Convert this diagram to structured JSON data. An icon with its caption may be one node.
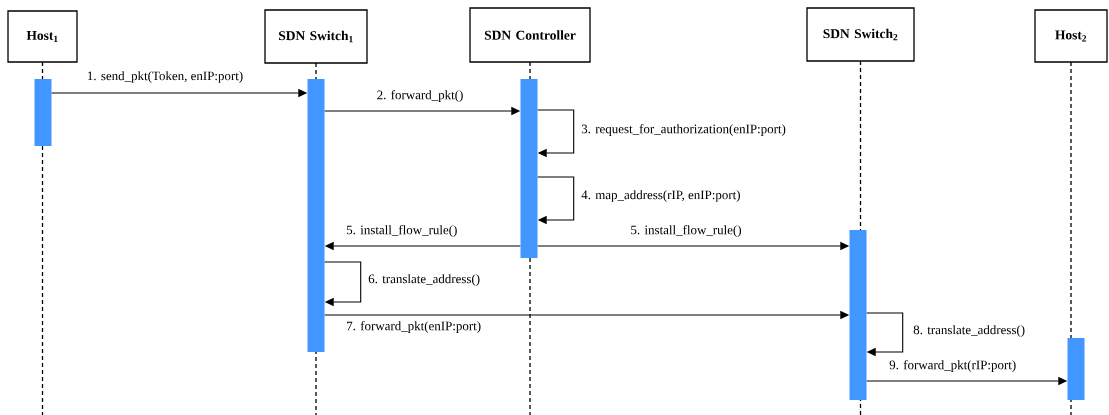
{
  "diagram": {
    "nodes": [
      {
        "text": [
          "Host$_{1}$"
        ]
      },
      {
        "text": [
          "SDN Switch$_{1}$"
        ]
      },
      {
        "text": [
          "SDN Controller"
        ]
      },
      {
        "text": [
          "SDN Switch$_{2}$"
        ]
      },
      {
        "text": [
          "Host$_{2}$"
        ]
      },
      {
        "text": [],
        "shape": "bar"
      },
      {
        "text": [],
        "shape": "bar"
      },
      {
        "text": [],
        "shape": "bar"
      },
      {
        "text": [],
        "shape": "bar"
      },
      {
        "text": [],
        "shape": "bar"
      }
    ],
    "edges": [
      {
        "from": 5,
        "to": 6,
        "arrow": "to",
        "label": "1. send_pkt(Token, enIP:port)"
      },
      {
        "from": 6,
        "to": 7,
        "arrow": "to",
        "label": "2. forward_pkt()"
      },
      {
        "from": 7,
        "to": 7,
        "arrow": "to",
        "label": "3. request_for_authorization(enIP:port)"
      },
      {
        "from": 7,
        "to": 7,
        "arrow": "to",
        "label": "4. map_address(rIP, enIP:port)"
      },
      {
        "from": 7,
        "to": 6,
        "arrow": "to",
        "label": "5. install_flow_rule()"
      },
      {
        "from": 7,
        "to": 8,
        "arrow": "to",
        "label": "5. install_flow_rule()"
      },
      {
        "from": 6,
        "to": 6,
        "arrow": "to",
        "label": "6. translate_address()"
      },
      {
        "from": 6,
        "to": 8,
        "arrow": "to",
        "label": "7. forward_pkt(enIP:port)"
      },
      {
        "from": 8,
        "to": 8,
        "arrow": "to",
        "label": "8. translate_address()"
      },
      {
        "from": 8,
        "to": 9,
        "arrow": "to",
        "label": "9. forward_pkt(rIP:port)"
      }
    ]
  }
}
